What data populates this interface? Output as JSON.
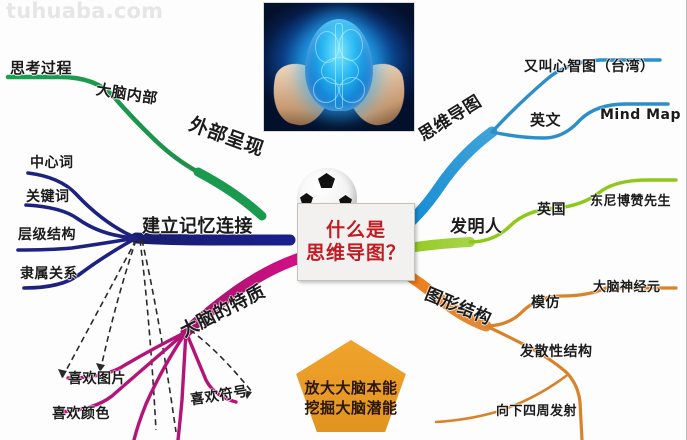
{
  "watermark": "tuhuaba.com",
  "center": {
    "line1": "什么是",
    "line2": "思维导图？",
    "ball_name": "soccer-ball"
  },
  "brain_image": {
    "alt": "glowing blue brain held in two hands"
  },
  "star_callout": {
    "line1": "放大大脑本能",
    "line2": "挖掘大脑潜能"
  },
  "branches": [
    {
      "id": "thinking-process",
      "color": "#1a9a4e",
      "labels": [
        "外部呈现",
        "大脑内部",
        "思考过程"
      ]
    },
    {
      "id": "memory-link",
      "color": "#1a1f8c",
      "labels": [
        "建立记忆连接",
        "中心词",
        "关键词",
        "层级结构",
        "隶属关系"
      ]
    },
    {
      "id": "brain-traits",
      "color": "#c2147e",
      "labels": [
        "大脑的特质",
        "喜欢图片",
        "喜欢颜色",
        "喜欢符号"
      ]
    },
    {
      "id": "mind-map-names",
      "color": "#1581c8",
      "labels": [
        "思维导图",
        "又叫心智图（台湾）",
        "英文",
        "Mind Map"
      ]
    },
    {
      "id": "inventor",
      "color": "#8dc21f",
      "labels": [
        "发明人",
        "英国",
        "东尼博赞先生"
      ]
    },
    {
      "id": "graphic-structure",
      "color": "#ef7d1a",
      "labels": [
        "图形结构",
        "模仿",
        "大脑神经元",
        "发散性结构",
        "向下四周发射"
      ]
    }
  ],
  "labels": {
    "thinking_process": "思考过程",
    "brain_inside": "大脑内部",
    "external_present": "外部呈现",
    "center_word": "中心词",
    "key_word": "关键词",
    "hierarchy": "层级结构",
    "affiliation": "隶属关系",
    "memory_link": "建立记忆连接",
    "brain_traits": "大脑的特质",
    "like_pictures": "喜欢图片",
    "like_colors": "喜欢颜色",
    "like_symbols": "喜欢符号",
    "mind_map_cn": "思维导图",
    "also_called_taiwan": "又叫心智图（台湾）",
    "english": "英文",
    "mind_map_en": "Mind Map",
    "inventor": "发明人",
    "uk": "英国",
    "tony_buzan": "东尼博赞先生",
    "graphic_structure": "图形结构",
    "imitate": "模仿",
    "brain_neuron": "大脑神经元",
    "radiant_structure": "发散性结构",
    "radiate_downward": "向下四周发射"
  }
}
